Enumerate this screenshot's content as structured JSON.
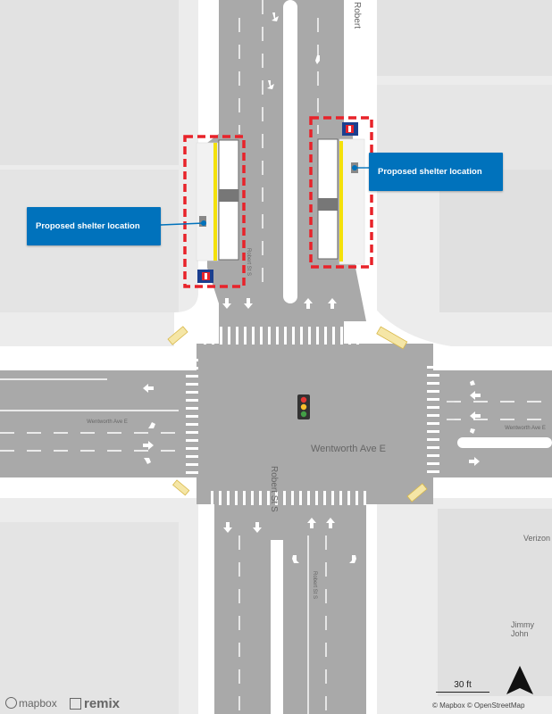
{
  "streets": {
    "north_south": "Robert St S",
    "north_south_top": "Robert",
    "east_west": "Wentworth Ave E"
  },
  "callouts": {
    "left": "Proposed shelter location",
    "right": "Proposed shelter location"
  },
  "pois": {
    "verizon": "Verizon",
    "jimmy_johns": "Jimmy John"
  },
  "scale": {
    "label": "30 ft"
  },
  "attribution": "© Mapbox © OpenStreetMap",
  "logos": {
    "mapbox": "mapbox",
    "remix": "remix"
  },
  "colors": {
    "road": "#a9a9a9",
    "block": "#ececec",
    "sidewalk": "#ffffff",
    "highlight": "#e8232a",
    "callout": "#0072bc",
    "curb_yellow": "#f4e10a"
  }
}
